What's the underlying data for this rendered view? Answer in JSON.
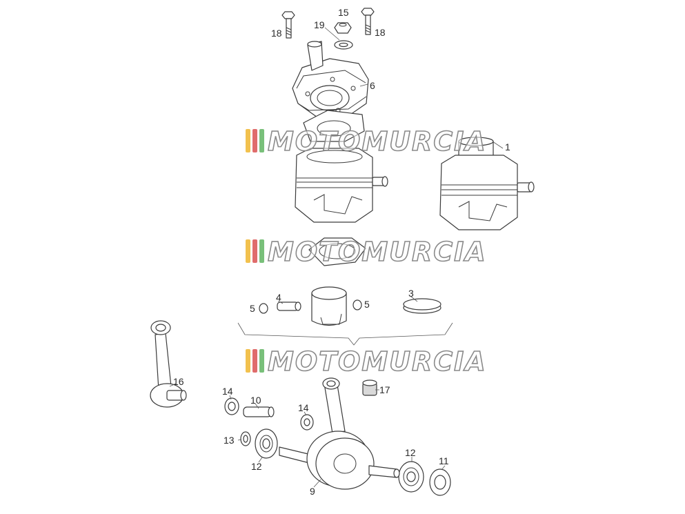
{
  "callouts": {
    "c1": "1",
    "c3": "3",
    "c4": "4",
    "c5a": "5",
    "c5b": "5",
    "c6": "6",
    "c9": "9",
    "c10": "10",
    "c11": "11",
    "c12a": "12",
    "c12b": "12",
    "c13": "13",
    "c14a": "14",
    "c14b": "14",
    "c15": "15",
    "c16": "16",
    "c17": "17",
    "c18a": "18",
    "c18b": "18",
    "c19": "19"
  },
  "watermark": {
    "text": "MOTOMURCIA",
    "stripe_colors": [
      "#f2c14e",
      "#e06c6c",
      "#79c07a"
    ]
  },
  "colors": {
    "line": "#3a3a3a",
    "background": "#ffffff"
  }
}
